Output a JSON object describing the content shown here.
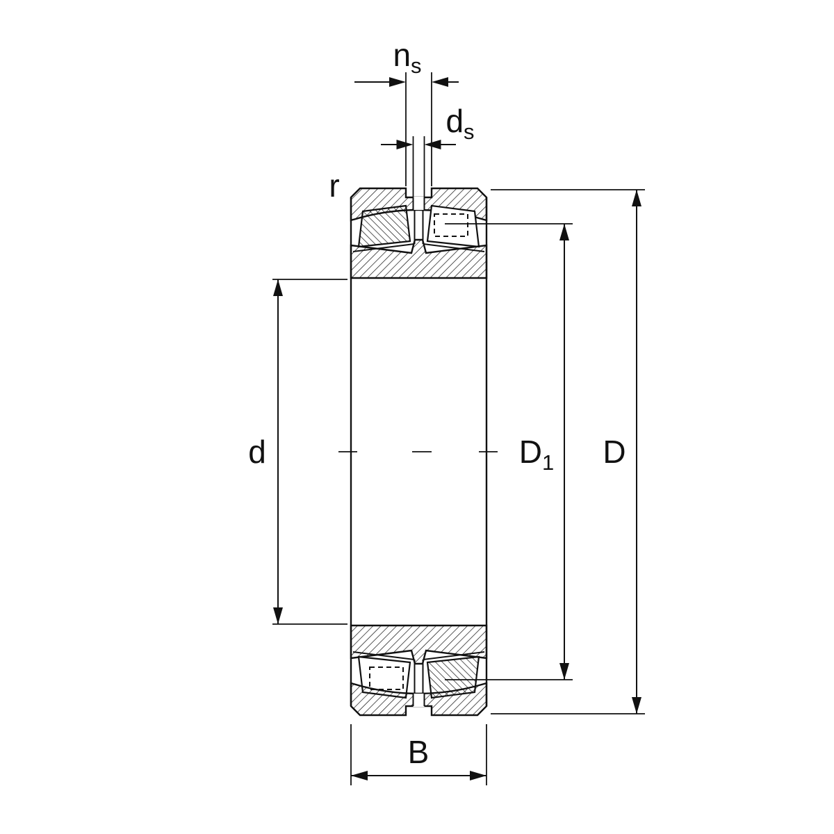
{
  "colors": {
    "line": "#111111",
    "background": "#ffffff"
  },
  "dims": {
    "ns": {
      "base": "n",
      "sub": "s"
    },
    "ds": {
      "base": "d",
      "sub": "s"
    },
    "r": {
      "base": "r"
    },
    "d": {
      "base": "d"
    },
    "D1": {
      "base": "D",
      "sub": "1"
    },
    "D": {
      "base": "D"
    },
    "B": {
      "base": "B"
    }
  }
}
